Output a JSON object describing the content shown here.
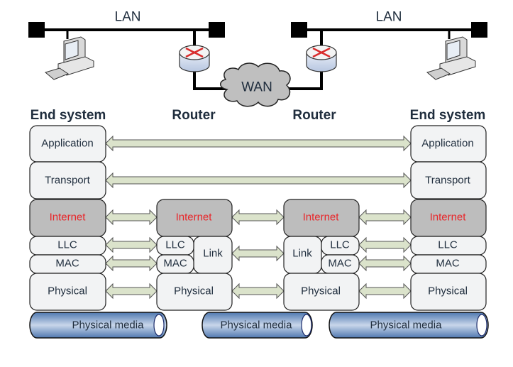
{
  "network": {
    "lan_left_label": "LAN",
    "lan_right_label": "LAN",
    "wan_label": "WAN"
  },
  "headers": {
    "end_system_left": "End system",
    "router_left": "Router",
    "router_right": "Router",
    "end_system_right": "End system"
  },
  "stacks": {
    "end_left": {
      "application": "Application",
      "transport": "Transport",
      "internet": "Internet",
      "llc": "LLC",
      "mac": "MAC",
      "physical": "Physical"
    },
    "router_left": {
      "internet": "Internet",
      "llc": "LLC",
      "mac": "MAC",
      "link": "Link",
      "physical": "Physical"
    },
    "router_right": {
      "internet": "Internet",
      "link": "Link",
      "llc": "LLC",
      "mac": "MAC",
      "physical": "Physical"
    },
    "end_right": {
      "application": "Application",
      "transport": "Transport",
      "internet": "Internet",
      "llc": "LLC",
      "mac": "MAC",
      "physical": "Physical"
    }
  },
  "media": [
    "Physical media",
    "Physical media",
    "Physical media"
  ],
  "colors": {
    "internet_text": "#e8262a",
    "internet_fill": "#bdbdbd",
    "layer_fill": "#f2f3f4",
    "arrow_fill": "#dbe3cb",
    "media_fill": "#7a9cc8",
    "cloud_fill": "#bfbfbf"
  }
}
